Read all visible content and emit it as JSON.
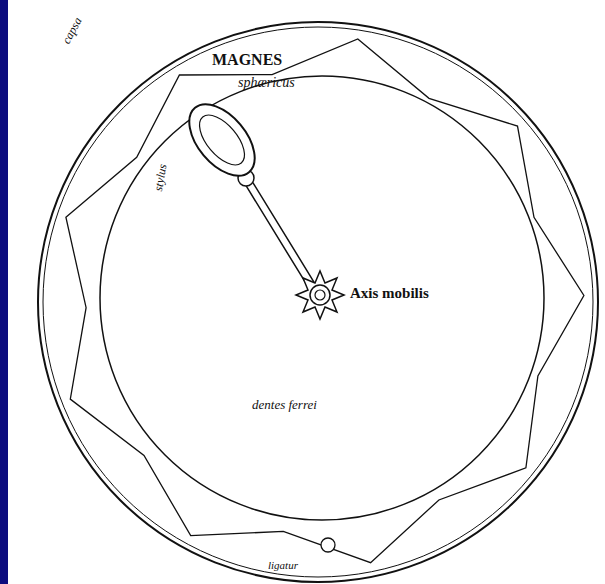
{
  "diagram": {
    "labels": [
      "MAGNES",
      "sphæricus",
      "stylus",
      "Axis mobilis",
      "dentes ferrei",
      "capsa",
      "ligatur"
    ]
  }
}
